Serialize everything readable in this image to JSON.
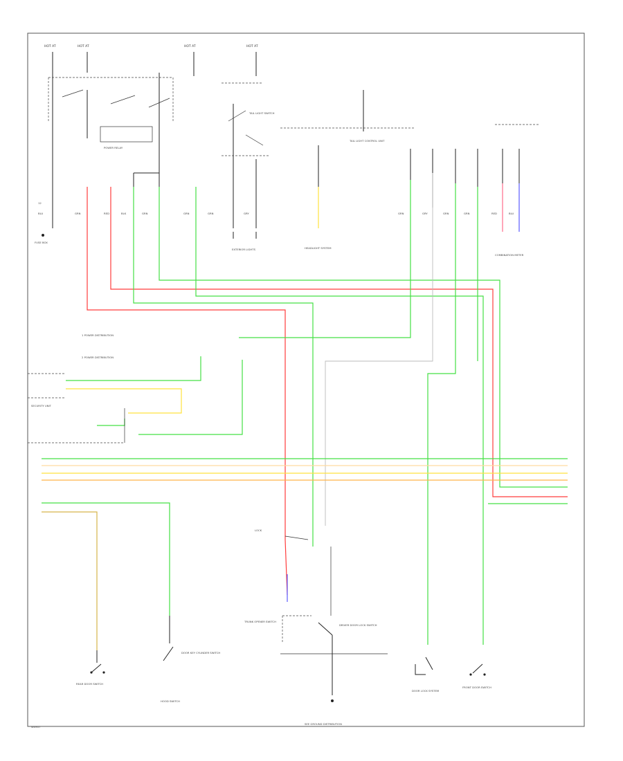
{
  "diagram": {
    "page_label": "W0907",
    "footer_label": "SEE GROUND DISTRIBUTION",
    "notes": [
      "1 POWER DISTRIBUTION",
      "2 POWER DISTRIBUTION"
    ],
    "components": {
      "fuse_box_top_left": "FUSE BOX",
      "power_relay": "POWER RELAY",
      "tail_light_switch": "TAIL LIGHT SWITCH",
      "tail_light_control_unit": "TAIL LIGHT CONTROL UNIT",
      "combination_meter": "COMBINATION METER",
      "headlight_system": "HEADLIGHT SYSTEM",
      "exterior_lights": "EXTERIOR LIGHTS",
      "door_lock_system": "DOOR LOCK SYSTEM",
      "security_unit": "SECURITY UNIT",
      "driver_door_lock_switch": "DRIVER DOOR LOCK SWITCH",
      "door_key_cylinder_switch": "DOOR KEY CYLINDER SWITCH",
      "trunk_opener_switch": "TRUNK OPENER SWITCH",
      "rear_door_switch": "REAR DOOR SWITCH",
      "front_door_switch": "FRONT DOOR SWITCH",
      "hood_switch": "HOOD SWITCH",
      "ground_distribution": "GROUND DISTRIBUTION"
    }
  }
}
